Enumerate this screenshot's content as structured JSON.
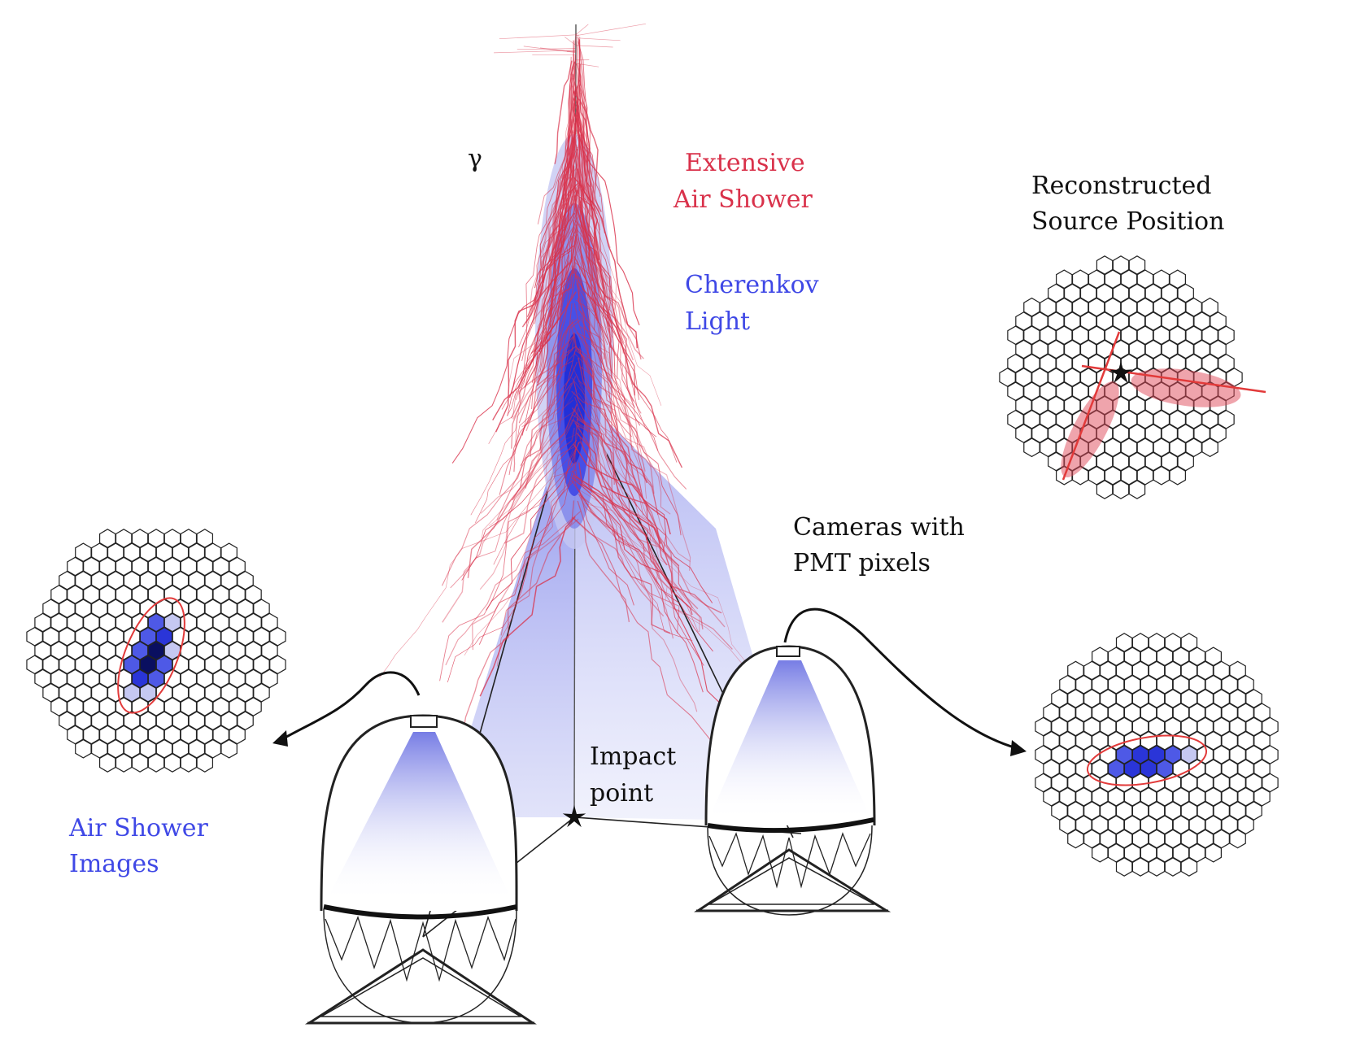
{
  "labels": {
    "gamma": "γ",
    "extensive_line1": "Extensive",
    "extensive_line2": "Air Shower",
    "cherenkov_line1": "Cherenkov",
    "cherenkov_line2": "Light",
    "reconstructed_line1": "Reconstructed",
    "reconstructed_line2": "Source Position",
    "cameras_line1": "Cameras with",
    "cameras_line2": "PMT pixels",
    "impact_line1": "Impact",
    "impact_line2": "point",
    "images_line1": "Air Shower",
    "images_line2": "Images"
  },
  "colors": {
    "shower_red": "#d9314a",
    "cherenkov_blue": "#3f48e6",
    "light_blue": "#c5c8f2",
    "pixel_dark": "#0a0f60",
    "ellipse_red": "#e23a3a",
    "text_black": "#111111"
  },
  "icons": {
    "impact": "star-icon",
    "source": "star-icon"
  }
}
